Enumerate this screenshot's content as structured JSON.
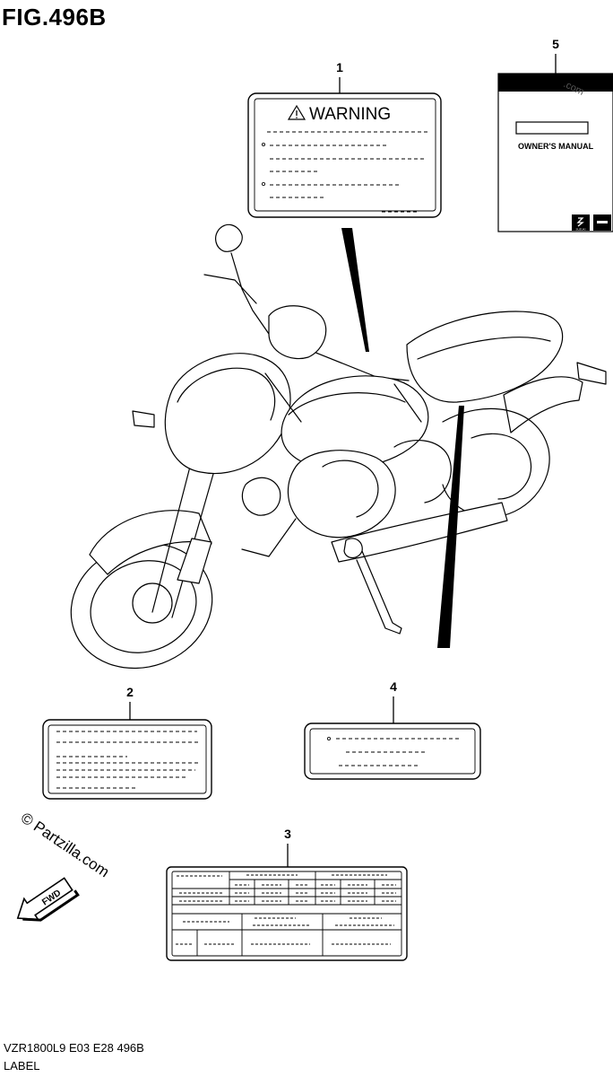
{
  "figure": {
    "title": "FIG.496B",
    "model_code": "VZR1800L9  E03  E28  496B",
    "label": "LABEL"
  },
  "callouts": [
    "1",
    "2",
    "3",
    "4",
    "5"
  ],
  "labels": {
    "warning_title": "WARNING",
    "manual_title": "OWNER'S MANUAL",
    "manual_badge": "SUZUKI"
  },
  "watermark": {
    "text": "© Partzilla.com",
    "manual_watermark": ".com"
  },
  "direction": {
    "text": "FWD"
  },
  "icons": [
    "warning-triangle-icon",
    "fwd-arrow-icon",
    "suzuki-logo-icon",
    "bullet-icon"
  ]
}
